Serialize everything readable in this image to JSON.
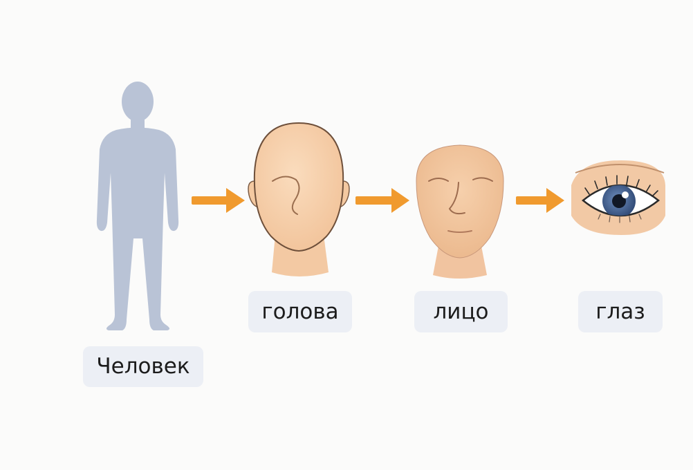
{
  "steps": [
    {
      "label": "Человек",
      "icon": "human-silhouette-icon"
    },
    {
      "label": "голова",
      "icon": "head-icon"
    },
    {
      "label": "лицо",
      "icon": "face-icon"
    },
    {
      "label": "глаз",
      "icon": "eye-icon"
    }
  ],
  "colors": {
    "background": "#fbfbfa",
    "label_bg": "#eceff5",
    "arrow": "#f09a2e",
    "silhouette": "#b9c3d6",
    "skin": "#f6cfa9",
    "iris": "#3e5a86"
  }
}
